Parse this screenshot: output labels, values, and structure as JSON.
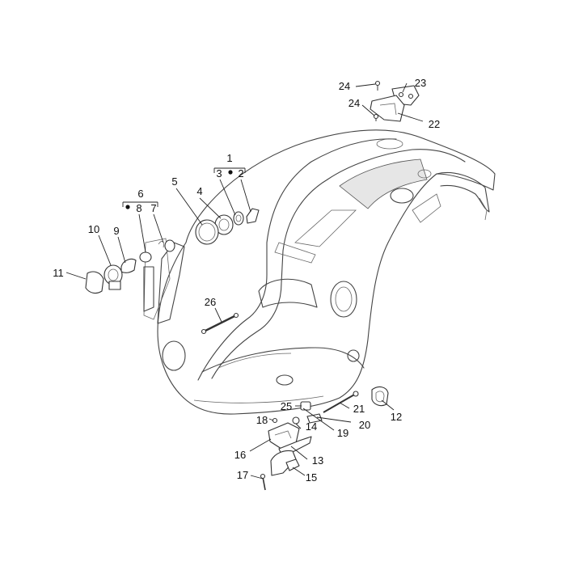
{
  "diagram": {
    "callouts": [
      {
        "id": "1",
        "label": "1"
      },
      {
        "id": "2",
        "label": "2"
      },
      {
        "id": "3",
        "label": "3"
      },
      {
        "id": "4",
        "label": "4"
      },
      {
        "id": "5",
        "label": "5"
      },
      {
        "id": "6",
        "label": "6"
      },
      {
        "id": "7",
        "label": "7"
      },
      {
        "id": "8",
        "label": "8"
      },
      {
        "id": "9",
        "label": "9"
      },
      {
        "id": "10",
        "label": "10"
      },
      {
        "id": "11",
        "label": "11"
      },
      {
        "id": "12",
        "label": "12"
      },
      {
        "id": "13",
        "label": "13"
      },
      {
        "id": "14",
        "label": "14"
      },
      {
        "id": "15",
        "label": "15"
      },
      {
        "id": "16",
        "label": "16"
      },
      {
        "id": "17",
        "label": "17"
      },
      {
        "id": "18",
        "label": "18"
      },
      {
        "id": "19",
        "label": "19"
      },
      {
        "id": "20",
        "label": "20"
      },
      {
        "id": "21",
        "label": "21"
      },
      {
        "id": "22",
        "label": "22"
      },
      {
        "id": "23",
        "label": "23"
      },
      {
        "id": "24a",
        "label": "24"
      },
      {
        "id": "24b",
        "label": "24"
      },
      {
        "id": "25",
        "label": "25"
      },
      {
        "id": "26",
        "label": "26"
      }
    ]
  }
}
